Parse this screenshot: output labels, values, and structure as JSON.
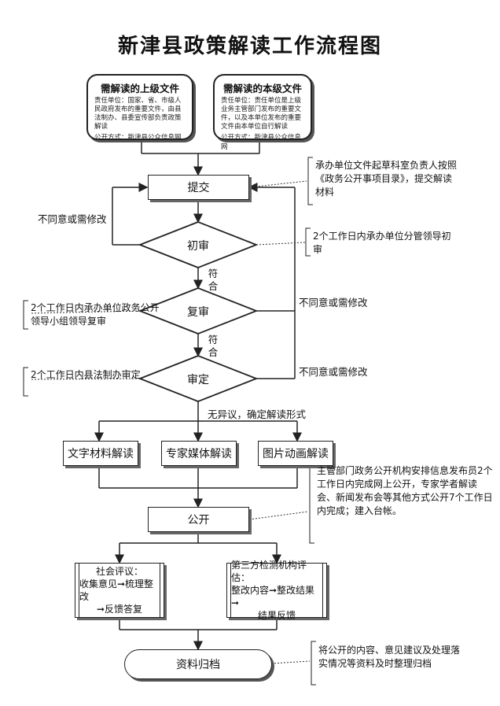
{
  "title": "新津县政策解读工作流程图",
  "docs": {
    "upper": {
      "title": "需解读的上级文件",
      "body": "责任单位：国家、省、市级人民政府发布的重要文件，由县法制办、县委宣传部负责政策解读",
      "publish": "公开方式：新津县公众信息网"
    },
    "local": {
      "title": "需解读的本级文件",
      "body": "责任单位：责任单位是上级业务主管部门发布的重要文件，以及本单位发布的重要文件由本单位自行解读",
      "publish": "公开方式：新津县公众信息网"
    }
  },
  "steps": {
    "submit": "提交",
    "first_review": "初审",
    "second_review": "复审",
    "final_review": "审定",
    "text": "文字材料解读",
    "expert": "专家媒体解读",
    "image": "图片动画解读",
    "publish": "公开",
    "archive": "资料归档"
  },
  "labels": {
    "disagree_left": "不同意或需修改",
    "disagree_right1": "不同意或需修改",
    "disagree_right2": "不同意或需修改",
    "ok1": "符合",
    "ok2": "符合",
    "no_objection": "无异议，确定解读形式"
  },
  "notes": {
    "submit": "承办单位文件起草科室负责人按照《政务公开事项目录》，提交解读材料",
    "first": "2个工作日内承办单位分管领导初审",
    "second": "2个工作日内承办单位政务公开领导小组领导复审",
    "final": "2个工作日内县法制办审定",
    "publish": "主管部门政务公开机构安排信息发布员2个工作日内完成网上公开，专家学者解读会、新闻发布会等其他方式公开7个工作日内完成；建入台帐。",
    "archive": "将公开的内容、意见建议及处理落实情况等资料及时整理归档"
  },
  "evaluations": {
    "social": [
      "社会评议：",
      "收集意见➞梳理整改",
      "➞反馈答复"
    ],
    "third": [
      "第三方检测机构评估：",
      "整改内容➞整改结果➞",
      "结果反馈"
    ]
  }
}
